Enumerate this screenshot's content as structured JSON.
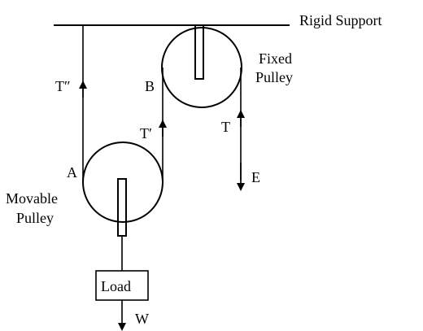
{
  "labels": {
    "rigid_support": "Rigid Support",
    "fixed_pulley_line1": "Fixed",
    "fixed_pulley_line2": "Pulley",
    "movable_pulley_line1": "Movable",
    "movable_pulley_line2": "Pulley",
    "t_double_prime": "T″",
    "t_prime": "T′",
    "t": "T",
    "point_a": "A",
    "point_b": "B",
    "effort": "E",
    "weight": "W",
    "load": "Load"
  },
  "colors": {
    "ink": "#000000",
    "background": "#ffffff"
  }
}
